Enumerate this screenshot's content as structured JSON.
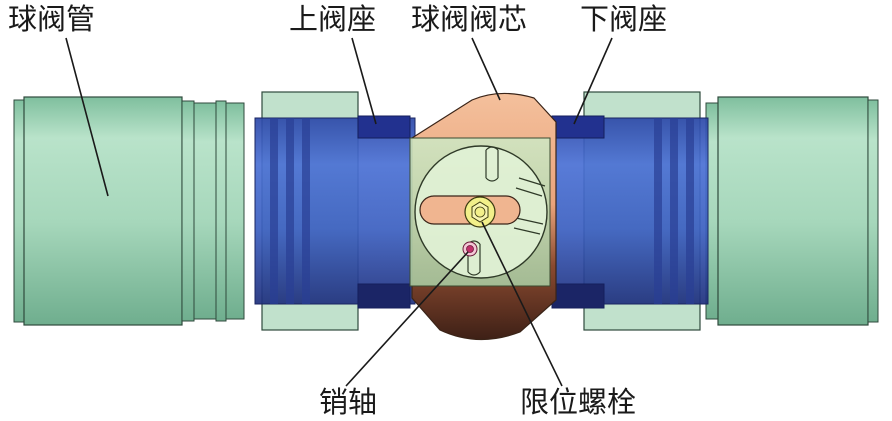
{
  "labels": {
    "ball_valve_pipe": "球阀管",
    "upper_valve_seat": "上阀座",
    "ball_valve_core": "球阀阀芯",
    "lower_valve_seat": "下阀座",
    "pin_shaft": "销轴",
    "limit_bolt": "限位螺栓"
  },
  "colors": {
    "pipe_green": "#a3d4b8",
    "body_blue": "#3b5fc0",
    "seat_navy": "#1f2f8a",
    "core_peach": "#f0b28c",
    "core_dark": "#6b3a26",
    "disc_face": "#dff0d4",
    "bolt_yellow": "#f2f08a",
    "pin_magenta": "#c0306a"
  }
}
